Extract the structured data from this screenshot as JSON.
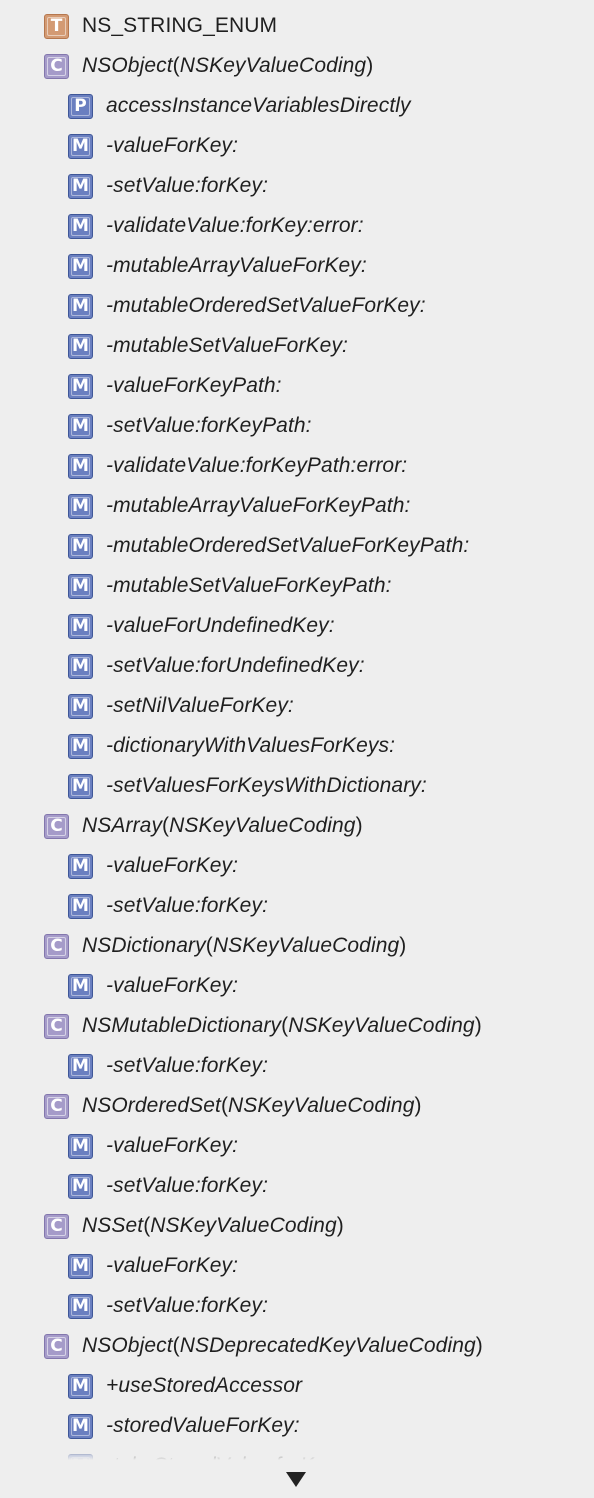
{
  "items": [
    {
      "kind": "T",
      "level": 0,
      "text": "NS_STRING_ENUM"
    },
    {
      "kind": "C",
      "level": 0,
      "name": "NSObject",
      "category": "NSKeyValueCoding"
    },
    {
      "kind": "P",
      "level": 1,
      "text": "accessInstanceVariablesDirectly"
    },
    {
      "kind": "M",
      "level": 1,
      "text": "-valueForKey:"
    },
    {
      "kind": "M",
      "level": 1,
      "text": "-setValue:forKey:"
    },
    {
      "kind": "M",
      "level": 1,
      "text": "-validateValue:forKey:error:"
    },
    {
      "kind": "M",
      "level": 1,
      "text": "-mutableArrayValueForKey:"
    },
    {
      "kind": "M",
      "level": 1,
      "text": "-mutableOrderedSetValueForKey:"
    },
    {
      "kind": "M",
      "level": 1,
      "text": "-mutableSetValueForKey:"
    },
    {
      "kind": "M",
      "level": 1,
      "text": "-valueForKeyPath:"
    },
    {
      "kind": "M",
      "level": 1,
      "text": "-setValue:forKeyPath:"
    },
    {
      "kind": "M",
      "level": 1,
      "text": "-validateValue:forKeyPath:error:"
    },
    {
      "kind": "M",
      "level": 1,
      "text": "-mutableArrayValueForKeyPath:"
    },
    {
      "kind": "M",
      "level": 1,
      "text": "-mutableOrderedSetValueForKeyPath:"
    },
    {
      "kind": "M",
      "level": 1,
      "text": "-mutableSetValueForKeyPath:"
    },
    {
      "kind": "M",
      "level": 1,
      "text": "-valueForUndefinedKey:"
    },
    {
      "kind": "M",
      "level": 1,
      "text": "-setValue:forUndefinedKey:"
    },
    {
      "kind": "M",
      "level": 1,
      "text": "-setNilValueForKey:"
    },
    {
      "kind": "M",
      "level": 1,
      "text": "-dictionaryWithValuesForKeys:"
    },
    {
      "kind": "M",
      "level": 1,
      "text": "-setValuesForKeysWithDictionary:"
    },
    {
      "kind": "C",
      "level": 0,
      "name": "NSArray",
      "category": "NSKeyValueCoding"
    },
    {
      "kind": "M",
      "level": 1,
      "text": "-valueForKey:"
    },
    {
      "kind": "M",
      "level": 1,
      "text": "-setValue:forKey:"
    },
    {
      "kind": "C",
      "level": 0,
      "name": "NSDictionary",
      "category": "NSKeyValueCoding"
    },
    {
      "kind": "M",
      "level": 1,
      "text": "-valueForKey:"
    },
    {
      "kind": "C",
      "level": 0,
      "name": "NSMutableDictionary",
      "category": "NSKeyValueCoding"
    },
    {
      "kind": "M",
      "level": 1,
      "text": "-setValue:forKey:"
    },
    {
      "kind": "C",
      "level": 0,
      "name": "NSOrderedSet",
      "category": "NSKeyValueCoding"
    },
    {
      "kind": "M",
      "level": 1,
      "text": "-valueForKey:"
    },
    {
      "kind": "M",
      "level": 1,
      "text": "-setValue:forKey:"
    },
    {
      "kind": "C",
      "level": 0,
      "name": "NSSet",
      "category": "NSKeyValueCoding"
    },
    {
      "kind": "M",
      "level": 1,
      "text": "-valueForKey:"
    },
    {
      "kind": "M",
      "level": 1,
      "text": "-setValue:forKey:"
    },
    {
      "kind": "C",
      "level": 0,
      "name": "NSObject",
      "category": "NSDeprecatedKeyValueCoding"
    },
    {
      "kind": "M",
      "level": 1,
      "text": "+useStoredAccessor"
    },
    {
      "kind": "M",
      "level": 1,
      "text": "-storedValueForKey:"
    },
    {
      "kind": "M",
      "level": 1,
      "text": "-takeStoredValue:forKey:"
    }
  ],
  "badge_letters": {
    "T": "T",
    "C": "C",
    "P": "P",
    "M": "M"
  },
  "colors": {
    "background": "#eeeeee",
    "typedef_badge": "#d39a73",
    "category_badge": "#a59bc9",
    "member_badge": "#6a7fc0",
    "text": "#1f1f1f"
  },
  "icons": {
    "more": "down-triangle-icon"
  }
}
